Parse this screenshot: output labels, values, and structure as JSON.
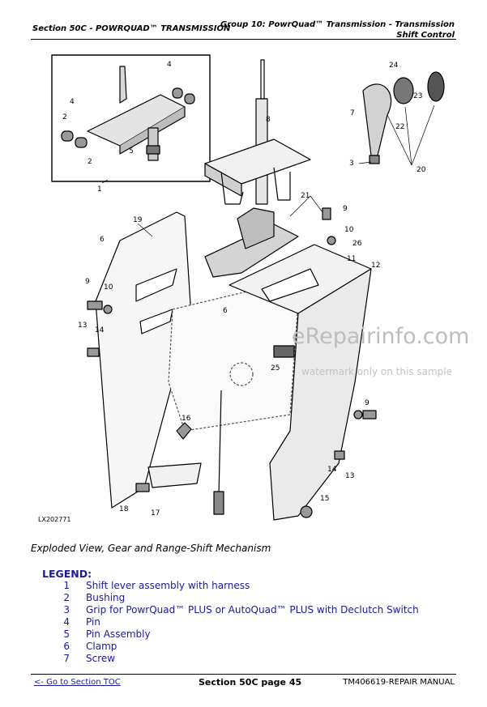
{
  "header": {
    "section": "Section 50C - POWRQUAD™ TRANSMISSION",
    "group_line1": "Group 10: PowrQuad™ Transmission - Transmission",
    "group_line2": "Shift Control"
  },
  "figure": {
    "id_label": "LX202771",
    "callouts": [
      "1",
      "2",
      "2",
      "3",
      "4",
      "4",
      "5",
      "6",
      "6",
      "7",
      "8",
      "9",
      "9",
      "9",
      "10",
      "10",
      "11",
      "12",
      "13",
      "13",
      "14",
      "14",
      "15",
      "16",
      "17",
      "18",
      "19",
      "20",
      "21",
      "22",
      "23",
      "24",
      "25",
      "26"
    ]
  },
  "watermark": {
    "text": "eRepairinfo.com",
    "subtext": "watermark only on this sample"
  },
  "caption": "Exploded View, Gear and Range-Shift Mechanism",
  "legend": {
    "title": "LEGEND:",
    "items": [
      {
        "num": "1",
        "label": "Shift lever assembly with harness"
      },
      {
        "num": "2",
        "label": "Bushing"
      },
      {
        "num": "3",
        "label": "Grip for PowrQuad™ PLUS or AutoQuad™ PLUS with Declutch Switch"
      },
      {
        "num": "4",
        "label": "Pin"
      },
      {
        "num": "5",
        "label": "Pin Assembly"
      },
      {
        "num": "6",
        "label": "Clamp"
      },
      {
        "num": "7",
        "label": "Screw"
      }
    ]
  },
  "footer": {
    "toc_link": "<- Go to Section TOC",
    "page": "Section 50C page 45",
    "manual": "TM406619-REPAIR MANUAL"
  }
}
